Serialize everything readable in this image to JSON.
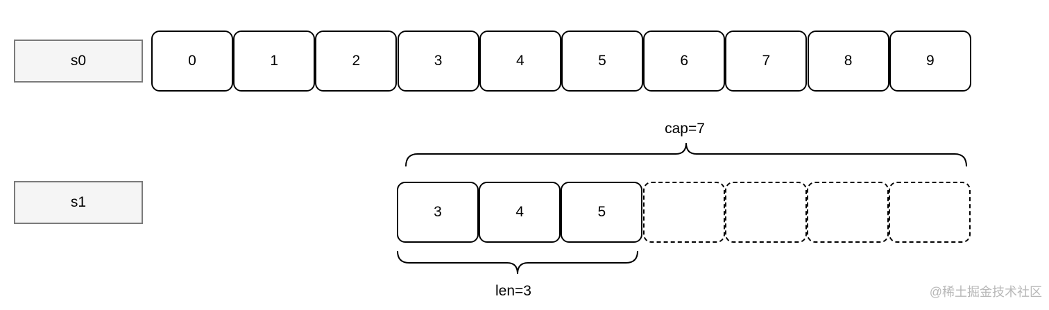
{
  "slices": {
    "s0": {
      "name": "s0",
      "cells": [
        "0",
        "1",
        "2",
        "3",
        "4",
        "5",
        "6",
        "7",
        "8",
        "9"
      ]
    },
    "s1": {
      "name": "s1",
      "cells": [
        "3",
        "4",
        "5"
      ],
      "empty_cells": 4
    }
  },
  "annotations": {
    "cap": "cap=7",
    "len": "len=3"
  },
  "watermark": "@稀土掘金技术社区"
}
